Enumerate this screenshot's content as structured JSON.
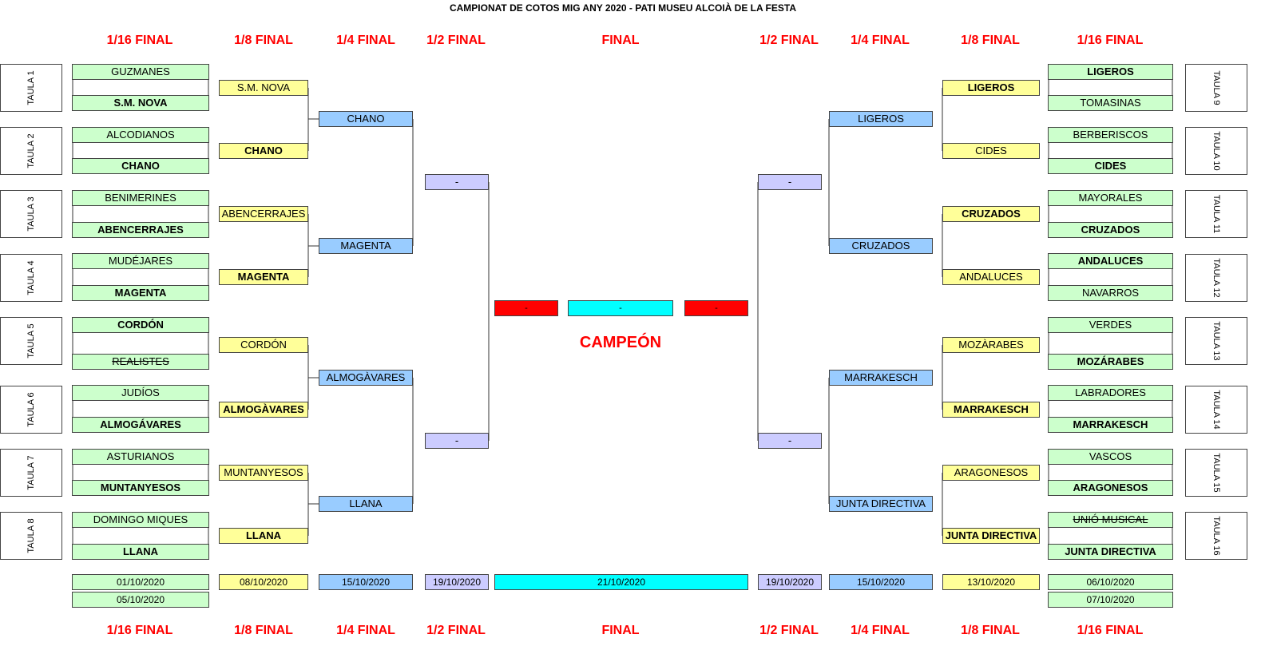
{
  "title": "CAMPIONAT DE COTOS MIG ANY 2020 - PATI MUSEU ALCOIÀ DE LA FESTA",
  "rounds_left": [
    "1/16 FINAL",
    "1/8 FINAL",
    "1/4 FINAL",
    "1/2 FINAL"
  ],
  "round_final": "FINAL",
  "rounds_right": [
    "1/2 FINAL",
    "1/4 FINAL",
    "1/8 FINAL",
    "1/16 FINAL"
  ],
  "champion_label": "CAMPEÓN",
  "taules_left": [
    "TAULA 1",
    "TAULA 2",
    "TAULA 3",
    "TAULA 4",
    "TAULA 5",
    "TAULA 6",
    "TAULA 7",
    "TAULA 8"
  ],
  "taules_right": [
    "TAULA 9",
    "TAULA 10",
    "TAULA 11",
    "TAULA 12",
    "TAULA 13",
    "TAULA 14",
    "TAULA 15",
    "TAULA 16"
  ],
  "left_r16": [
    {
      "name": "GUZMANES",
      "bold": false,
      "strike": false
    },
    {
      "name": "S.M. NOVA",
      "bold": true,
      "strike": false
    },
    {
      "name": "ALCODIANOS",
      "bold": false,
      "strike": false
    },
    {
      "name": "CHANO",
      "bold": true,
      "strike": false
    },
    {
      "name": "BENIMERINES",
      "bold": false,
      "strike": false
    },
    {
      "name": "ABENCERRAJES",
      "bold": true,
      "strike": false
    },
    {
      "name": "MUDÉJARES",
      "bold": false,
      "strike": false
    },
    {
      "name": "MAGENTA",
      "bold": true,
      "strike": false
    },
    {
      "name": "CORDÓN",
      "bold": true,
      "strike": false
    },
    {
      "name": "REALISTES",
      "bold": false,
      "strike": true
    },
    {
      "name": "JUDÍOS",
      "bold": false,
      "strike": false
    },
    {
      "name": "ALMOGÁVARES",
      "bold": true,
      "strike": false
    },
    {
      "name": "ASTURIANOS",
      "bold": false,
      "strike": false
    },
    {
      "name": "MUNTANYESOS",
      "bold": true,
      "strike": false
    },
    {
      "name": "DOMINGO MIQUES",
      "bold": false,
      "strike": false
    },
    {
      "name": "LLANA",
      "bold": true,
      "strike": false
    }
  ],
  "left_r8": [
    {
      "name": "S.M. NOVA",
      "bold": false
    },
    {
      "name": "CHANO",
      "bold": true
    },
    {
      "name": "ABENCERRAJES",
      "bold": false
    },
    {
      "name": "MAGENTA",
      "bold": true
    },
    {
      "name": "CORDÓN",
      "bold": false
    },
    {
      "name": "ALMOGÀVARES",
      "bold": true
    },
    {
      "name": "MUNTANYESOS",
      "bold": false
    },
    {
      "name": "LLANA",
      "bold": true
    }
  ],
  "left_qf": [
    "CHANO",
    "MAGENTA",
    "ALMOGÀVARES",
    "LLANA"
  ],
  "left_sf": [
    "-",
    "-"
  ],
  "right_r16": [
    {
      "name": "LIGEROS",
      "bold": true,
      "strike": false
    },
    {
      "name": "TOMASINAS",
      "bold": false,
      "strike": false
    },
    {
      "name": "BERBERISCOS",
      "bold": false,
      "strike": false
    },
    {
      "name": "CIDES",
      "bold": true,
      "strike": false
    },
    {
      "name": "MAYORALES",
      "bold": false,
      "strike": false
    },
    {
      "name": "CRUZADOS",
      "bold": true,
      "strike": false
    },
    {
      "name": "ANDALUCES",
      "bold": true,
      "strike": false
    },
    {
      "name": "NAVARROS",
      "bold": false,
      "strike": false
    },
    {
      "name": "VERDES",
      "bold": false,
      "strike": false
    },
    {
      "name": "MOZÁRABES",
      "bold": true,
      "strike": false
    },
    {
      "name": "LABRADORES",
      "bold": false,
      "strike": false
    },
    {
      "name": "MARRAKESCH",
      "bold": true,
      "strike": false
    },
    {
      "name": "VASCOS",
      "bold": false,
      "strike": false
    },
    {
      "name": "ARAGONESOS",
      "bold": true,
      "strike": false
    },
    {
      "name": "UNIÓ MUSICAL",
      "bold": false,
      "strike": true
    },
    {
      "name": "JUNTA DIRECTIVA",
      "bold": true,
      "strike": false
    }
  ],
  "right_r8": [
    {
      "name": "LIGEROS",
      "bold": true
    },
    {
      "name": "CIDES",
      "bold": false
    },
    {
      "name": "CRUZADOS",
      "bold": true
    },
    {
      "name": "ANDALUCES",
      "bold": false
    },
    {
      "name": "MOZÀRABES",
      "bold": false
    },
    {
      "name": "MARRAKESCH",
      "bold": true
    },
    {
      "name": "ARAGONESOS",
      "bold": false
    },
    {
      "name": "JUNTA DIRECTIVA",
      "bold": true
    }
  ],
  "right_qf": [
    "LIGEROS",
    "CRUZADOS",
    "MARRAKESCH",
    "JUNTA DIRECTIVA"
  ],
  "right_sf": [
    "-",
    "-"
  ],
  "final": {
    "left": "-",
    "center": "-",
    "right": "-"
  },
  "dates": {
    "left_r16": [
      "01/10/2020",
      "05/10/2020"
    ],
    "left_r8": "08/10/2020",
    "left_qf": "15/10/2020",
    "left_sf": "19/10/2020",
    "final": "21/10/2020",
    "right_sf": "19/10/2020",
    "right_qf": "15/10/2020",
    "right_r8": "13/10/2020",
    "right_r16": [
      "06/10/2020",
      "07/10/2020"
    ]
  },
  "colors": {
    "r16": "#ccffcc",
    "r8": "#ffff99",
    "qf": "#99ccff",
    "sf": "#ccccff",
    "final": "#00ffff",
    "finalist": "#ff0000",
    "heading": "#ff0000"
  }
}
